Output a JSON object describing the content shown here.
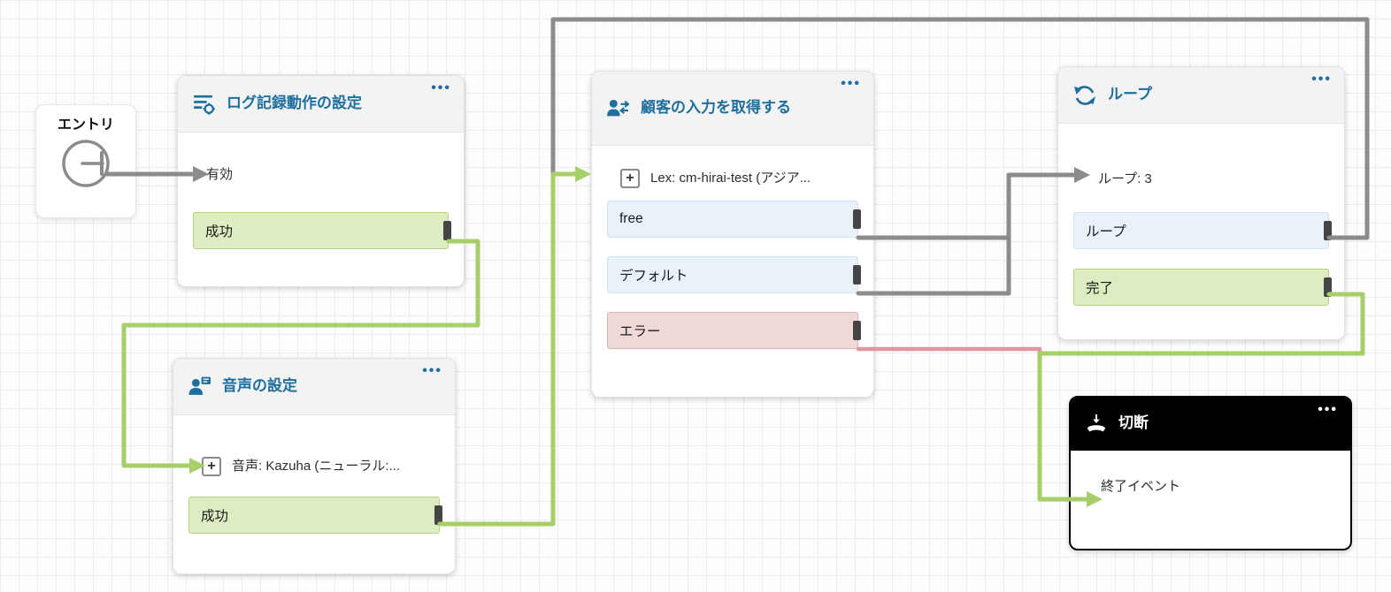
{
  "icons": {
    "ellipsis": "•••",
    "plus": "+"
  },
  "colors": {
    "edge_gray": "#8c8c8c",
    "edge_green": "#a6ce69",
    "edge_red": "#e095a0",
    "title_blue": "#1e6f9e",
    "success_bg": "#ddedc1",
    "neutral_bg": "#e9f1f9",
    "error_bg": "#f2d9d9"
  },
  "nodes": {
    "entry": {
      "label": "エントリ"
    },
    "set_logging": {
      "title": "ログ記録動作の設定",
      "body_text": "有効",
      "outputs": [
        {
          "label": "成功",
          "type": "success"
        }
      ]
    },
    "set_voice": {
      "title": "音声の設定",
      "body_text": "音声: Kazuha (ニューラル:...",
      "outputs": [
        {
          "label": "成功",
          "type": "success"
        }
      ]
    },
    "get_customer_input": {
      "title": "顧客の入力を取得する",
      "body_text": "Lex: cm-hirai-test (アジア...",
      "outputs": [
        {
          "label": "free",
          "type": "neutral"
        },
        {
          "label": "デフォルト",
          "type": "neutral"
        },
        {
          "label": "エラー",
          "type": "error"
        }
      ]
    },
    "loop": {
      "title": "ループ",
      "body_text": "ループ: 3",
      "outputs": [
        {
          "label": "ループ",
          "type": "neutral"
        },
        {
          "label": "完了",
          "type": "success"
        }
      ]
    },
    "disconnect": {
      "title": "切断",
      "body_text": "終了イベント",
      "outputs": []
    }
  }
}
